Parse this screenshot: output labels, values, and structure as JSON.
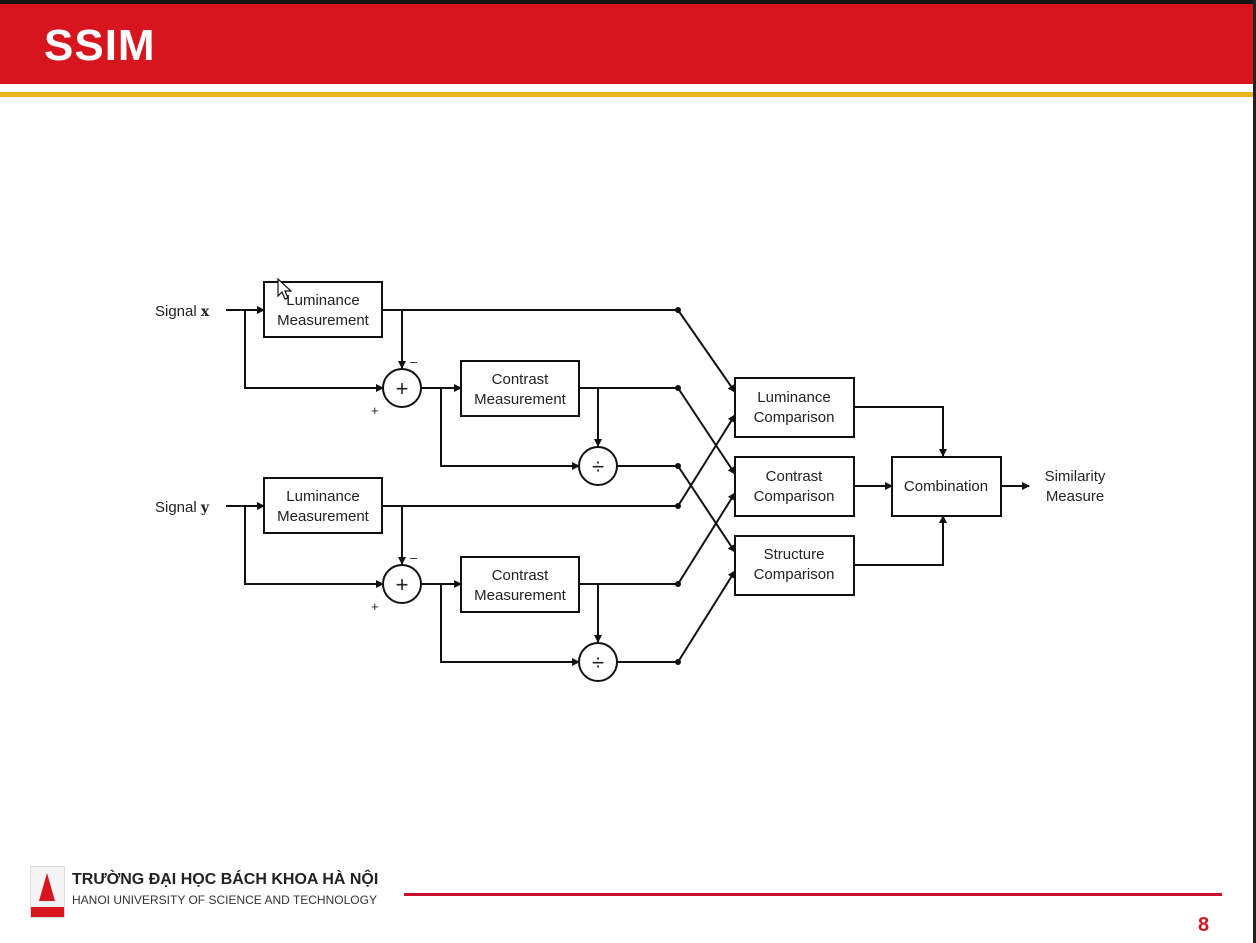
{
  "slide": {
    "title": "SSIM",
    "page_number": "8"
  },
  "diagram": {
    "signal_x_label": "Signal",
    "signal_x_var": "x",
    "signal_y_label": "Signal",
    "signal_y_var": "y",
    "lum_meas_line1": "Luminance",
    "lum_meas_line2": "Measurement",
    "con_meas_line1": "Contrast",
    "con_meas_line2": "Measurement",
    "lum_comp_line1": "Luminance",
    "lum_comp_line2": "Comparison",
    "con_comp_line1": "Contrast",
    "con_comp_line2": "Comparison",
    "str_comp_line1": "Structure",
    "str_comp_line2": "Comparison",
    "combination": "Combination",
    "output_line1": "Similarity",
    "output_line2": "Measure",
    "plus_op": "+",
    "divide_op": "÷",
    "minus_sign": "–",
    "plus_sign": "+"
  },
  "footer": {
    "university_vn": "TRƯỜNG ĐẠI HỌC BÁCH KHOA HÀ NỘI",
    "university_en": "HANOI UNIVERSITY OF SCIENCE AND TECHNOLOGY"
  },
  "colors": {
    "header_red": "#d7151f",
    "gold_rule": "#e8b21c",
    "footer_line": "#c8102e"
  }
}
